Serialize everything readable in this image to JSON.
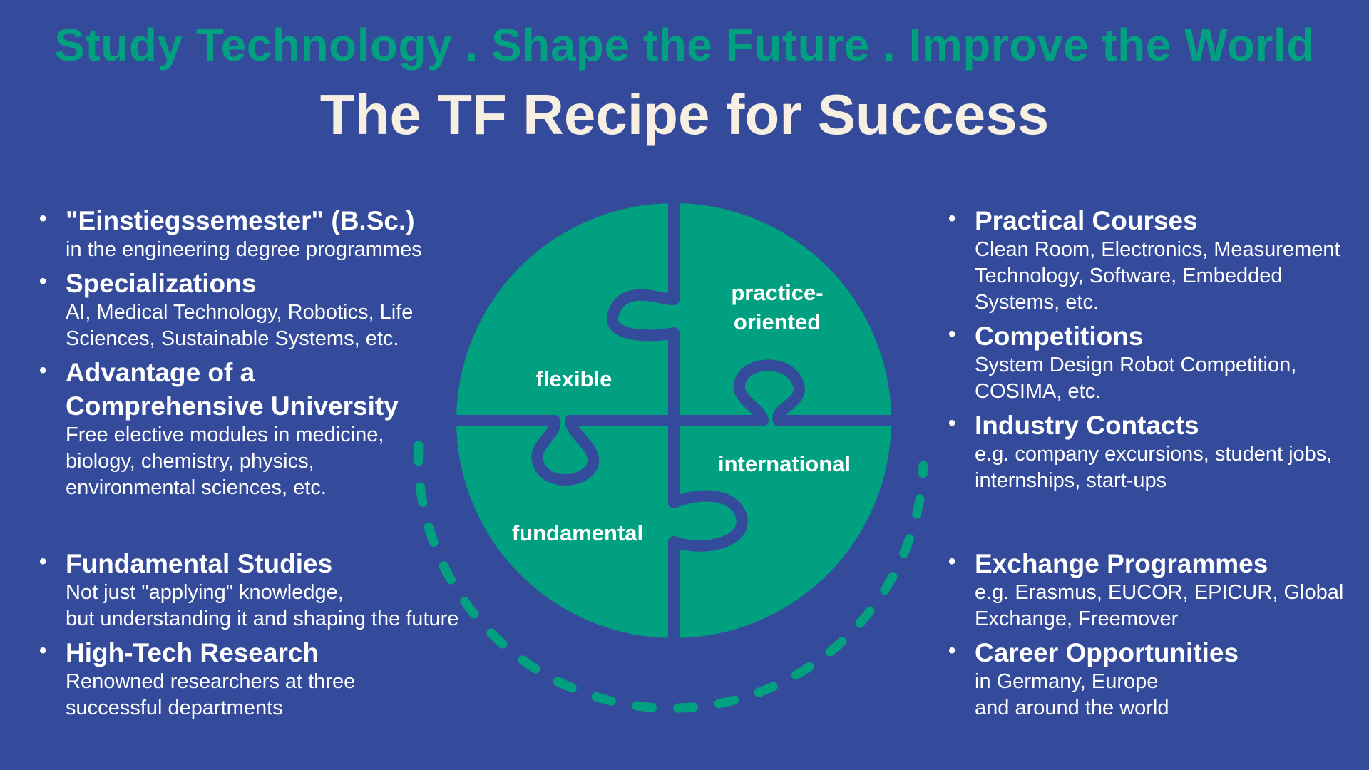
{
  "header": {
    "tagline": "Study Technology . Shape the Future . Improve the World",
    "title": "The TF Recipe for Success"
  },
  "colors": {
    "background": "#344a9a",
    "accent": "#00a080",
    "title": "#f7f0e2",
    "text": "#ffffff"
  },
  "bullet_glyph": "•",
  "puzzle": {
    "labels": {
      "flexible": "flexible",
      "practice_1": "practice-",
      "practice_2": "oriented",
      "international": "international",
      "fundamental": "fundamental"
    }
  },
  "left_top": [
    {
      "title": "\"Einstiegssemester\" (B.Sc.)",
      "lines": [
        "in the engineering degree programmes"
      ]
    },
    {
      "title": "Specializations",
      "lines": [
        "AI, Medical Technology, Robotics, Life",
        "Sciences, Sustainable Systems, etc."
      ]
    },
    {
      "title_lines": [
        "Advantage of a",
        "Comprehensive University"
      ],
      "lines": [
        "Free elective modules in medicine,",
        "biology, chemistry, physics,",
        "environmental sciences, etc."
      ]
    }
  ],
  "left_bottom": [
    {
      "title": "Fundamental Studies",
      "lines": [
        "Not just \"applying\" knowledge,",
        "but understanding it and shaping the future"
      ]
    },
    {
      "title": "High-Tech Research",
      "lines": [
        "Renowned researchers at three",
        "successful departments"
      ]
    }
  ],
  "right_top": [
    {
      "title": "Practical Courses",
      "lines": [
        "Clean Room, Electronics, Measurement",
        "Technology, Software, Embedded",
        "Systems, etc."
      ]
    },
    {
      "title": "Competitions",
      "lines": [
        "System Design Robot Competition,",
        "COSIMA, etc."
      ]
    },
    {
      "title": "Industry Contacts",
      "lines": [
        "e.g. company excursions, student jobs,",
        "internships, start-ups"
      ]
    }
  ],
  "right_bottom": [
    {
      "title": "Exchange Programmes",
      "lines": [
        "e.g. Erasmus, EUCOR, EPICUR, Global",
        "Exchange, Freemover"
      ]
    },
    {
      "title": "Career Opportunities",
      "lines": [
        "in Germany, Europe",
        "and around the world"
      ]
    }
  ]
}
